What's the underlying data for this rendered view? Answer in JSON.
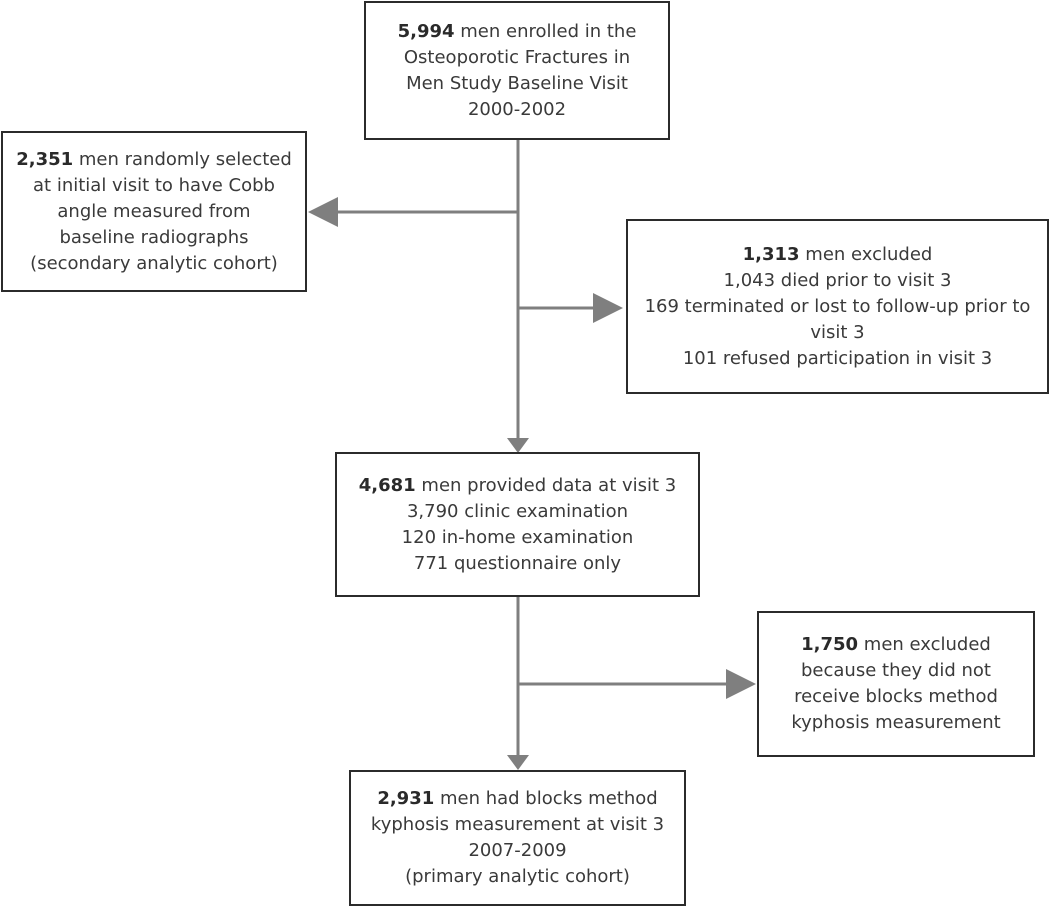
{
  "boxes": {
    "enrolled": {
      "count": "5,994",
      "lines": [
        "men enrolled in the",
        "Osteoporotic Fractures in",
        "Men Study Baseline Visit",
        "2000-2002"
      ]
    },
    "secondary": {
      "count": "2,351",
      "lines": [
        "men randomly selected",
        "at initial visit to have Cobb",
        "angle measured from",
        "baseline radiographs",
        "(secondary analytic cohort)"
      ]
    },
    "excluded1": {
      "count": "1,313",
      "lines": [
        "men excluded",
        "1,043 died prior to visit 3",
        "169 terminated or lost to follow-up prior to",
        "visit 3",
        "101 refused participation in visit 3"
      ]
    },
    "visit3": {
      "count": "4,681",
      "lines": [
        "men provided data at visit 3",
        "3,790 clinic examination",
        "120 in-home examination",
        "771 questionnaire only"
      ]
    },
    "excluded2": {
      "count": "1,750",
      "lines": [
        "men excluded",
        "because they did not",
        "receive blocks method",
        "kyphosis measurement"
      ]
    },
    "primary": {
      "count": "2,931",
      "lines": [
        "men had blocks method",
        "kyphosis measurement at visit 3",
        "2007-2009",
        "(primary analytic cohort)"
      ]
    }
  },
  "colors": {
    "border": "#2b2b2b",
    "arrow": "#808080"
  }
}
